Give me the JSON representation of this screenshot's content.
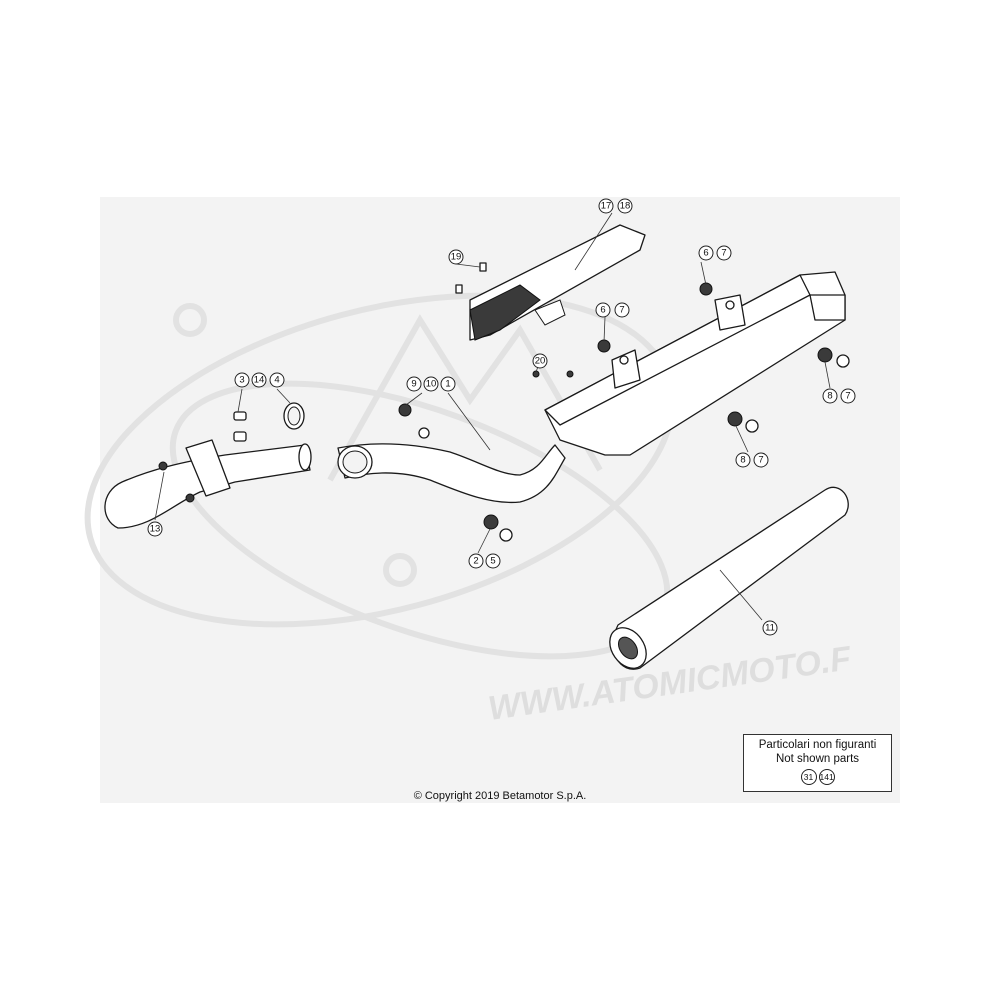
{
  "copyright": "© Copyright 2019 Betamotor S.p.A.",
  "watermark": "WWW.ATOMICMOTO.F",
  "legend": {
    "line1": "Particolari non figuranti",
    "line2": "Not shown parts",
    "parts": [
      "31",
      "141"
    ]
  },
  "callouts": [
    "17",
    "18",
    "19",
    "6",
    "7",
    "6",
    "7",
    "20",
    "3",
    "14",
    "4",
    "9",
    "10",
    "1",
    "8",
    "7",
    "8",
    "7",
    "13",
    "2",
    "5",
    "11"
  ],
  "colors": {
    "panel": "#f3f3f3",
    "line": "#1a1a1a",
    "watermark": "#dedede"
  }
}
